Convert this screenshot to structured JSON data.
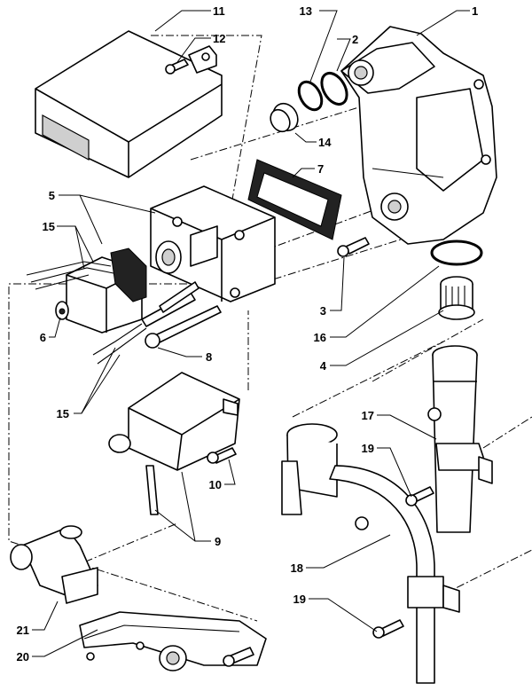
{
  "diagram": {
    "callouts": [
      {
        "id": "c1",
        "label": "1"
      },
      {
        "id": "c2",
        "label": "2"
      },
      {
        "id": "c3",
        "label": "3"
      },
      {
        "id": "c4",
        "label": "4"
      },
      {
        "id": "c5",
        "label": "5"
      },
      {
        "id": "c6",
        "label": "6"
      },
      {
        "id": "c7",
        "label": "7"
      },
      {
        "id": "c8",
        "label": "8"
      },
      {
        "id": "c9",
        "label": "9"
      },
      {
        "id": "c10",
        "label": "10"
      },
      {
        "id": "c11",
        "label": "11"
      },
      {
        "id": "c12",
        "label": "12"
      },
      {
        "id": "c13",
        "label": "13"
      },
      {
        "id": "c14",
        "label": "14"
      },
      {
        "id": "c15a",
        "label": "15"
      },
      {
        "id": "c15b",
        "label": "15"
      },
      {
        "id": "c16",
        "label": "16"
      },
      {
        "id": "c17",
        "label": "17"
      },
      {
        "id": "c18",
        "label": "18"
      },
      {
        "id": "c19a",
        "label": "19"
      },
      {
        "id": "c19b",
        "label": "19"
      },
      {
        "id": "c20",
        "label": "20"
      },
      {
        "id": "c21",
        "label": "21"
      }
    ]
  }
}
